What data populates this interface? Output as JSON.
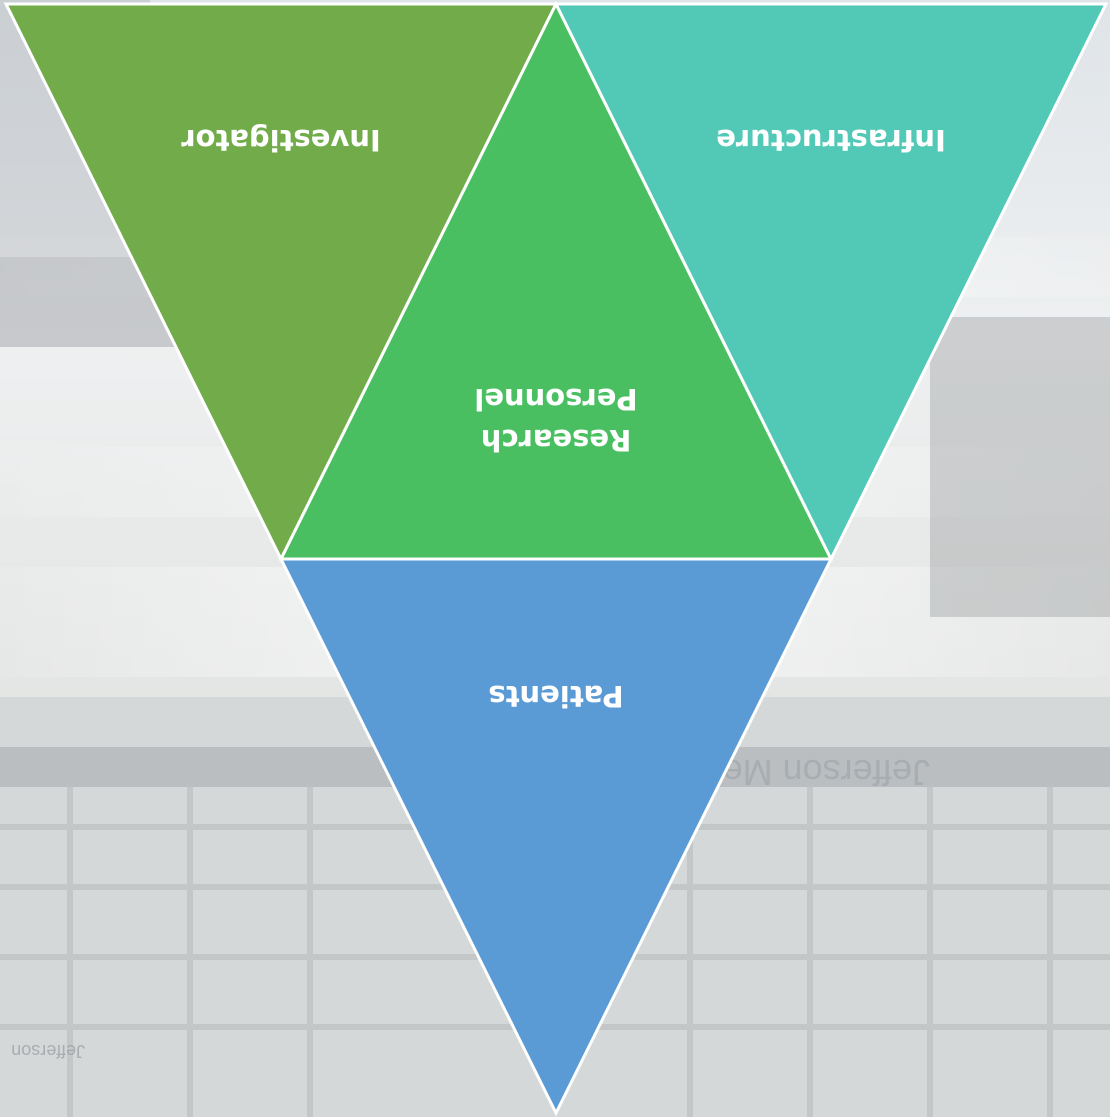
{
  "diagram": {
    "segments": [
      {
        "id": "investigator",
        "label": "Investigator",
        "color": "#72AC4A"
      },
      {
        "id": "research-personnel",
        "label_lines": [
          "Research",
          "Personnel"
        ],
        "color": "#4ABF62"
      },
      {
        "id": "infrastructure",
        "label": "Infrastructure",
        "color": "#52C8B6"
      },
      {
        "id": "patients",
        "label": "Patients",
        "color": "#5B9BD5"
      }
    ],
    "orientation": "rotated-180"
  },
  "background": {
    "sign_text": "Jefferson Medical College",
    "badge_text": "Jefferson"
  }
}
